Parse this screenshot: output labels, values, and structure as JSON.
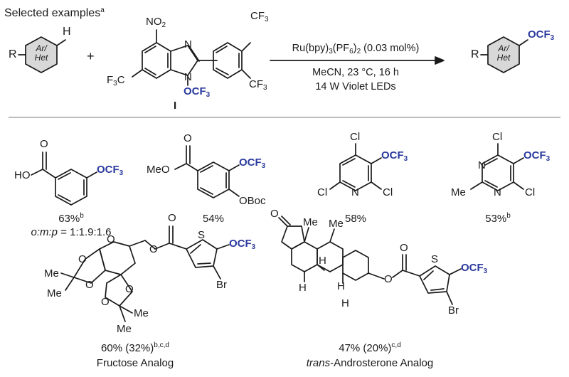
{
  "header": {
    "label": "Selected examples",
    "note": "a"
  },
  "reaction": {
    "reagent_name": "I",
    "catalyst": "Ru(bpy)3(PF6)2 (0.03 mol%)",
    "conditions": "MeCN, 23 °C, 16 h",
    "light": "14 W Violet LEDs",
    "ring_text": "Ar/ Het",
    "r_group": "R",
    "h_atom": "H",
    "plus": "+",
    "product_group": "OCF3"
  },
  "products": [
    {
      "id": "p1",
      "yield": "63%",
      "note": "b",
      "ratio": "o:m:p = 1:1.9:1.6"
    },
    {
      "id": "p2",
      "yield": "54%",
      "note": ""
    },
    {
      "id": "p3",
      "yield": "58%",
      "note": ""
    },
    {
      "id": "p4",
      "yield": "53%",
      "note": "b"
    },
    {
      "id": "p5",
      "yield": "60% (32%)",
      "note": "b,c,d",
      "name": "Fructose Analog"
    },
    {
      "id": "p6",
      "yield": "47% (20%)",
      "note": "c,d",
      "name_prefix": "trans",
      "name": "-Androsterone Analog"
    }
  ],
  "colors": {
    "ocf3": "#2b3a9e",
    "line": "#1a1a1a",
    "divider": "#bdbdbd",
    "ring_fill": "#d8d8d8"
  }
}
